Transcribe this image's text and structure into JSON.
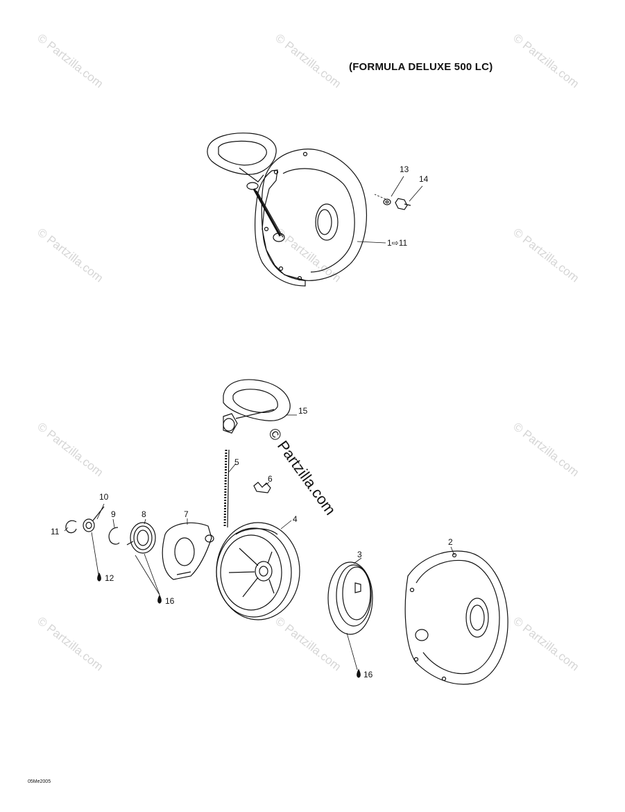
{
  "title": "(FORMULA DELUXE 500 LC)",
  "diagram_code": "05Me2005",
  "watermark": "© Partzilla.com",
  "callouts": {
    "c13": "13",
    "c14": "14",
    "c1to11": "1⇨11",
    "c15": "15",
    "c5": "5",
    "c6": "6",
    "c10": "10",
    "c9": "9",
    "c8": "8",
    "c7": "7",
    "c4": "4",
    "c11": "11",
    "c12": "12",
    "c16a": "16",
    "c3": "3",
    "c2": "2",
    "c16b": "16"
  }
}
